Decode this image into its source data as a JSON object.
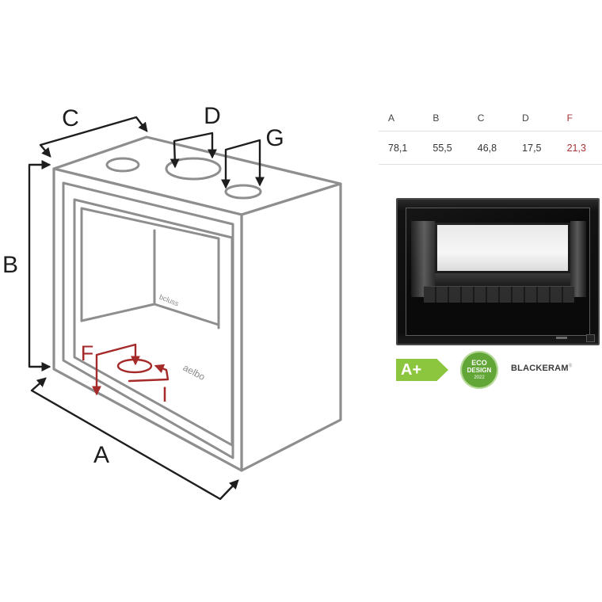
{
  "drawing": {
    "dimension_labels": {
      "A": "A",
      "B": "B",
      "C": "C",
      "D": "D",
      "G": "G"
    },
    "connection_labels": {
      "F": "F",
      "I": "I"
    },
    "logo_marks": [
      "bcluss",
      "aelbo"
    ]
  },
  "dimensions_table": {
    "headers": [
      "A",
      "B",
      "C",
      "D",
      "F"
    ],
    "values": [
      "78,1",
      "55,5",
      "46,8",
      "17,5",
      "21,3"
    ]
  },
  "energy_label": {
    "class": "A+"
  },
  "ecodesign_badge": {
    "line1": "ECO",
    "line2": "DESIGN",
    "year": "2022"
  },
  "brand": {
    "name": "BLACKERAM",
    "mark": "®"
  },
  "icons": {
    "energy": "energy-class-arrow-icon",
    "ecodesign": "ecodesign-seal-icon",
    "photo": "fireplace-insert-photo"
  },
  "colors": {
    "outline": "#8e8e8e",
    "dimension_lines": "#1e1e1e",
    "connection_red": "#a52a2a",
    "table_accent": "#a83434",
    "energy_green": "#8cc63f",
    "eco_green": "#62a637"
  }
}
